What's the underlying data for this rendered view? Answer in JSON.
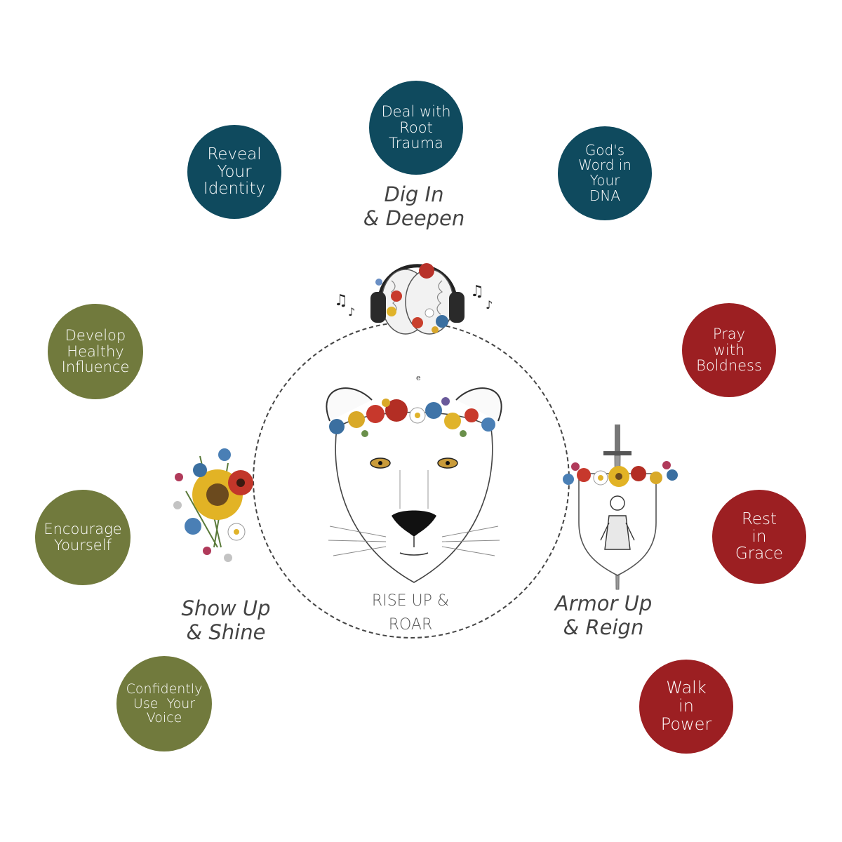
{
  "center": {
    "line1": "RISE UP &",
    "line2": "ROAR",
    "mark": "e"
  },
  "sections": {
    "dig_in": {
      "line1": "Dig In",
      "line2": "& Deepen"
    },
    "show_up": {
      "line1": "Show Up",
      "line2": "& Shine"
    },
    "armor_up": {
      "line1": "Armor Up",
      "line2": "& Reign"
    }
  },
  "bubbles": {
    "reveal_identity": {
      "lines": [
        "Reveal",
        "Your",
        "Identity"
      ]
    },
    "root_trauma": {
      "lines": [
        "Deal with",
        "Root",
        "Trauma"
      ]
    },
    "gods_word": {
      "lines": [
        "God's",
        "Word in",
        "Your",
        "DNA"
      ]
    },
    "healthy_influence": {
      "lines": [
        "Develop",
        "Healthy",
        "Influence"
      ]
    },
    "encourage": {
      "lines": [
        "Encourage",
        "Yourself"
      ]
    },
    "voice": {
      "lines": [
        "Confidently",
        "Use  Your",
        "Voice"
      ]
    },
    "pray": {
      "lines": [
        "Pray",
        "with",
        "Boldness"
      ]
    },
    "rest": {
      "lines": [
        "Rest",
        "in",
        "Grace"
      ]
    },
    "walk": {
      "lines": [
        "Walk",
        "in",
        "Power"
      ]
    }
  },
  "colors": {
    "teal": "#0f4a5e",
    "olive": "#717a3d",
    "red": "#9c1f22",
    "ring": "#444444"
  },
  "icons": [
    "lioness-flower-crown-icon",
    "brain-headphones-icon",
    "sunflower-bouquet-icon",
    "shield-sword-warrior-icon",
    "music-notes-icon"
  ]
}
